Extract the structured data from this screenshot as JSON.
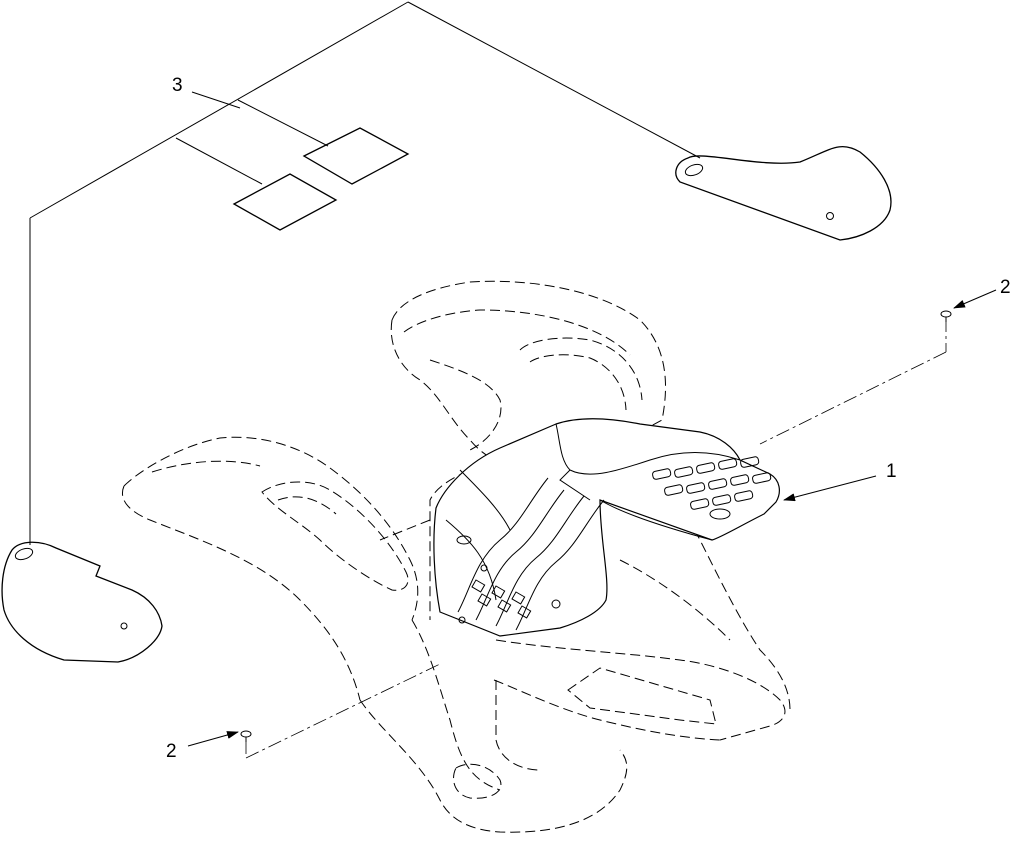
{
  "callouts": {
    "part_1": "1",
    "part_2_upper": "2",
    "part_2_lower": "2",
    "part_3": "3"
  },
  "colors": {
    "line": "#000000",
    "background": "#ffffff"
  }
}
